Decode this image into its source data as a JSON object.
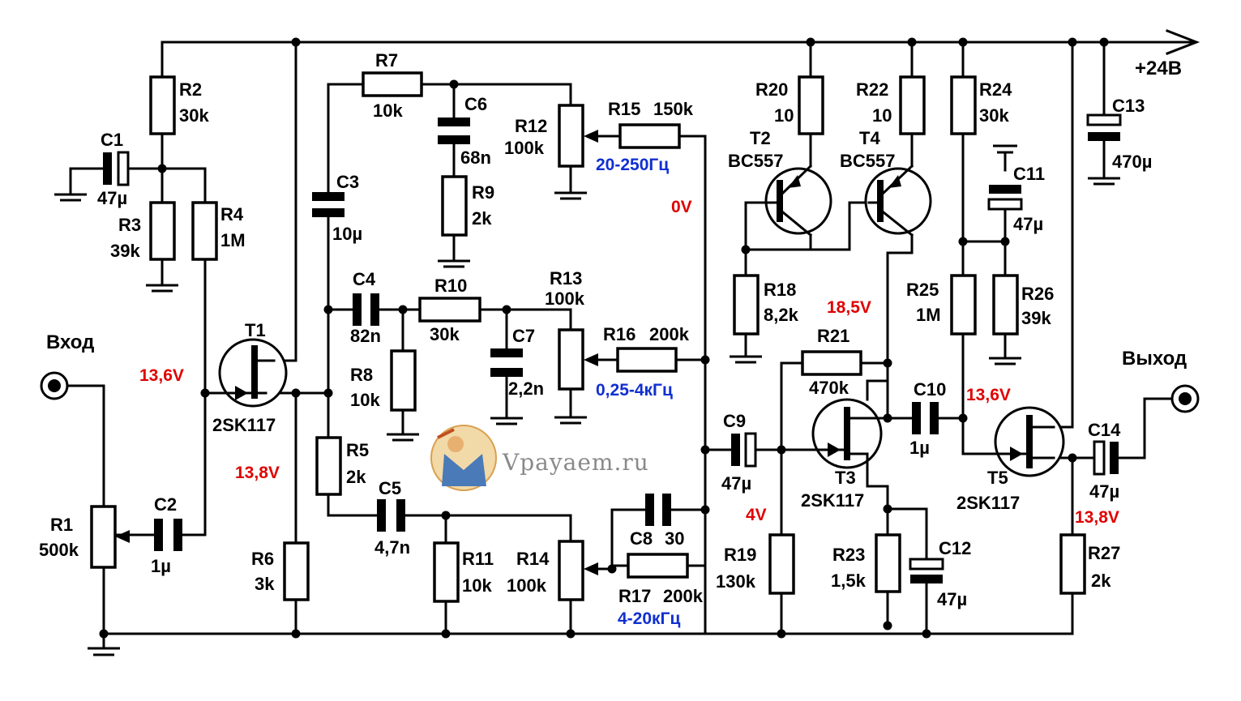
{
  "supply": {
    "label": "+24В"
  },
  "input": {
    "label": "Вход"
  },
  "output": {
    "label": "Выход"
  },
  "components": {
    "R1": {
      "name": "R1",
      "value": "500k"
    },
    "R2": {
      "name": "R2",
      "value": "30k"
    },
    "R3": {
      "name": "R3",
      "value": "39k"
    },
    "R4": {
      "name": "R4",
      "value": "1M"
    },
    "R5": {
      "name": "R5",
      "value": "2k"
    },
    "R6": {
      "name": "R6",
      "value": "3k"
    },
    "R7": {
      "name": "R7",
      "value": "10k"
    },
    "R8": {
      "name": "R8",
      "value": "10k"
    },
    "R9": {
      "name": "R9",
      "value": "2k"
    },
    "R10": {
      "name": "R10",
      "value": "30k"
    },
    "R11": {
      "name": "R11",
      "value": "10k"
    },
    "R12": {
      "name": "R12",
      "value": "100k"
    },
    "R13": {
      "name": "R13",
      "value": "100k"
    },
    "R14": {
      "name": "R14",
      "value": "100k"
    },
    "R15": {
      "name": "R15",
      "value": "150k"
    },
    "R16": {
      "name": "R16",
      "value": "200k"
    },
    "R17": {
      "name": "R17",
      "value": "200k"
    },
    "R18": {
      "name": "R18",
      "value": "8,2k"
    },
    "R19": {
      "name": "R19",
      "value": "130k"
    },
    "R20": {
      "name": "R20",
      "value": "10"
    },
    "R21": {
      "name": "R21",
      "value": "470k"
    },
    "R22": {
      "name": "R22",
      "value": "10"
    },
    "R23": {
      "name": "R23",
      "value": "1,5k"
    },
    "R24": {
      "name": "R24",
      "value": "30k"
    },
    "R25": {
      "name": "R25",
      "value": "1M"
    },
    "R26": {
      "name": "R26",
      "value": "39k"
    },
    "R27": {
      "name": "R27",
      "value": "2k"
    },
    "C1": {
      "name": "C1",
      "value": "47µ"
    },
    "C2": {
      "name": "C2",
      "value": "1µ"
    },
    "C3": {
      "name": "C3",
      "value": "10µ"
    },
    "C4": {
      "name": "C4",
      "value": "82n"
    },
    "C5": {
      "name": "C5",
      "value": "4,7n"
    },
    "C6": {
      "name": "C6",
      "value": "68n"
    },
    "C7": {
      "name": "C7",
      "value": "2,2n"
    },
    "C8": {
      "name": "C8",
      "value": "30"
    },
    "C9": {
      "name": "C9",
      "value": "47µ"
    },
    "C10": {
      "name": "C10",
      "value": "1µ"
    },
    "C11": {
      "name": "C11",
      "value": "47µ"
    },
    "C12": {
      "name": "C12",
      "value": "47µ"
    },
    "C13": {
      "name": "C13",
      "value": "470µ"
    },
    "C14": {
      "name": "C14",
      "value": "47µ"
    },
    "T1": {
      "name": "T1",
      "type": "2SK117"
    },
    "T2": {
      "name": "T2",
      "type": "BC557"
    },
    "T3": {
      "name": "T3",
      "type": "2SK117"
    },
    "T4": {
      "name": "T4",
      "type": "BC557"
    },
    "T5": {
      "name": "T5",
      "type": "2SK117"
    }
  },
  "voltages": {
    "v1": "13,6V",
    "v2": "13,8V",
    "v3": "0V",
    "v4": "18,5V",
    "v5": "4V",
    "v6": "13,6V",
    "v7": "13,8V"
  },
  "bands": {
    "low": "20-250Гц",
    "mid": "0,25-4кГц",
    "high": "4-20кГц"
  },
  "watermark": "Vpayaem.ru",
  "colors": {
    "voltage": "#e00000",
    "band": "#1030d0",
    "wire": "#000000"
  }
}
